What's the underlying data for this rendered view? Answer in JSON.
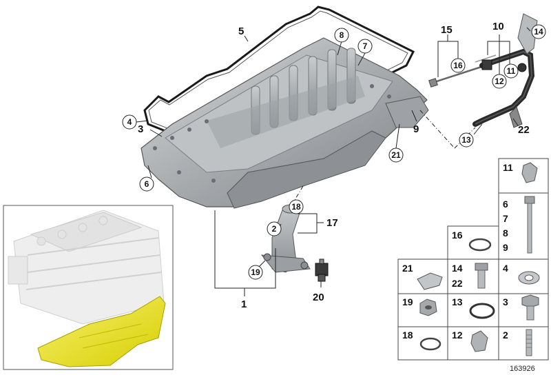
{
  "diagram_id": "163926",
  "callouts": {
    "c1": "1",
    "c2": "2",
    "c3": "3",
    "c4": "4",
    "c5": "5",
    "c6": "6",
    "c7": "7",
    "c8": "8",
    "c9": "9",
    "c10": "10",
    "c11": "11",
    "c12": "12",
    "c13": "13",
    "c14": "14",
    "c15": "15",
    "c16": "16",
    "c17": "17",
    "c18": "18",
    "c19": "19",
    "c20": "20",
    "c21": "21",
    "c22": "22"
  },
  "legend": {
    "cell_11": "11",
    "cell_6": "6",
    "cell_7": "7",
    "cell_8": "8",
    "cell_9": "9",
    "cell_16": "16",
    "cell_21": "21",
    "cell_14": "14",
    "cell_22": "22",
    "cell_4": "4",
    "cell_19": "19",
    "cell_13": "13",
    "cell_3": "3",
    "cell_18": "18",
    "cell_12": "12",
    "cell_2": "2"
  },
  "colors": {
    "highlight": "#e8e000",
    "line": "#222222",
    "metal": "#a9acb0"
  }
}
